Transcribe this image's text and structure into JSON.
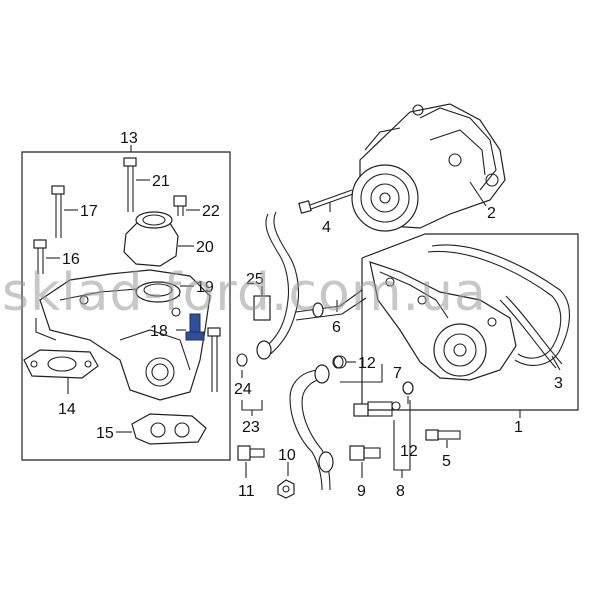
{
  "diagram": {
    "callouts": {
      "c1": "1",
      "c2": "2",
      "c3": "3",
      "c4": "4",
      "c5": "5",
      "c6": "6",
      "c7": "7",
      "c8": "8",
      "c9": "9",
      "c10": "10",
      "c11": "11",
      "c12a": "12",
      "c12b": "12",
      "c13": "13",
      "c14": "14",
      "c15": "15",
      "c16": "16",
      "c17": "17",
      "c18": "18",
      "c19": "19",
      "c20": "20",
      "c21": "21",
      "c22": "22",
      "c23": "23",
      "c24": "24",
      "c25": "25"
    },
    "watermark": "sklad-ford.com.ua",
    "colors": {
      "line": "#222222",
      "highlight": "#2f4f9e",
      "watermark": "#9a9a9a"
    }
  }
}
